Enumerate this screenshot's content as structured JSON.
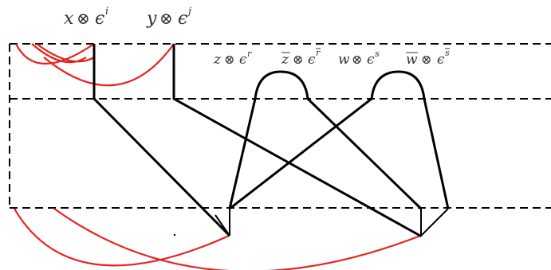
{
  "labels": {
    "x": {
      "base": "x",
      "op": "⊗",
      "eps": "ϵ",
      "sup": "i"
    },
    "y": {
      "base": "y",
      "op": "⊗",
      "eps": "ϵ",
      "sup": "j"
    },
    "z": {
      "base": "z",
      "op": "⊗",
      "eps": "ϵ",
      "sup": "r"
    },
    "zbar": {
      "base": "z",
      "op": "⊗",
      "eps": "ϵ",
      "sup": "r"
    },
    "w": {
      "base": "w",
      "op": "⊗",
      "eps": "ϵ",
      "sup": "s"
    },
    "wbar": {
      "base": "w",
      "op": "⊗",
      "eps": "ϵ",
      "sup": "s"
    }
  },
  "colors": {
    "wire": "#000000",
    "arc": "#e8201a",
    "dash": "#000000"
  }
}
